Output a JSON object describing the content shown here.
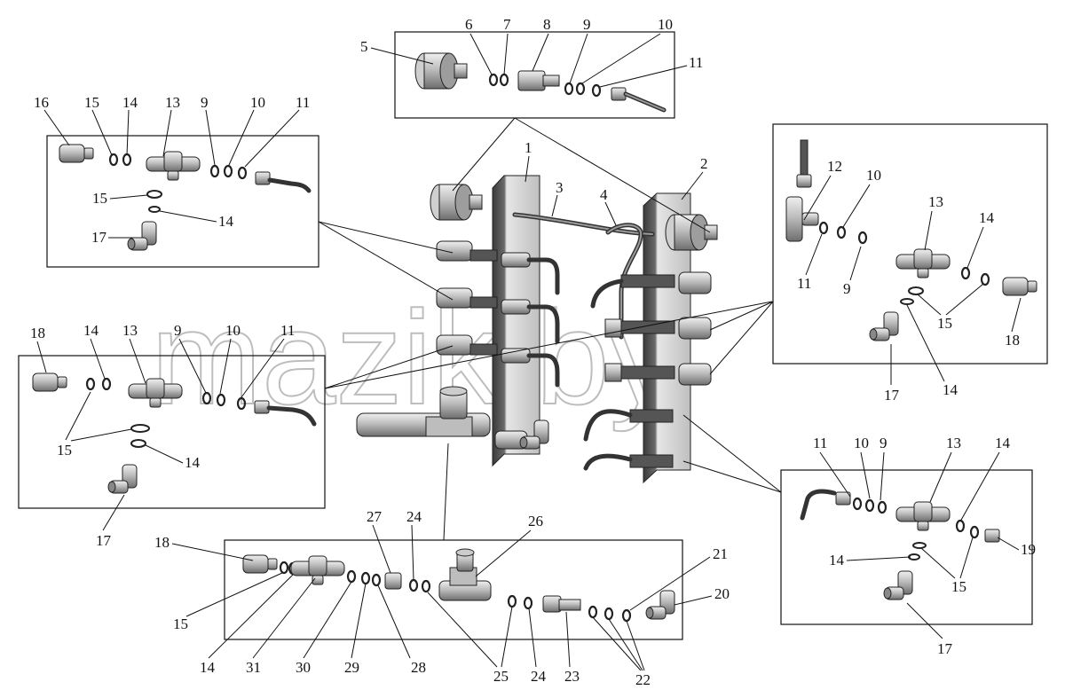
{
  "watermark": "mazik.by",
  "callouts": {
    "top_box": [
      "5",
      "6",
      "7",
      "8",
      "9",
      "10",
      "11"
    ],
    "left_upper_box": [
      "16",
      "15",
      "14",
      "13",
      "9",
      "10",
      "11",
      "15",
      "14",
      "17"
    ],
    "left_lower_box": [
      "18",
      "14",
      "13",
      "9",
      "10",
      "11",
      "15",
      "14",
      "17"
    ],
    "right_upper_box": [
      "12",
      "10",
      "13",
      "14",
      "11",
      "9",
      "15",
      "18",
      "17",
      "14"
    ],
    "right_lower_box": [
      "11",
      "10",
      "9",
      "13",
      "14",
      "19",
      "14",
      "15",
      "17"
    ],
    "bottom_box": [
      "18",
      "27",
      "24",
      "26",
      "21",
      "20",
      "15",
      "14",
      "31",
      "30",
      "29",
      "28",
      "25",
      "24",
      "23",
      "22"
    ],
    "main_assembly": [
      "1",
      "2",
      "3",
      "4"
    ]
  }
}
